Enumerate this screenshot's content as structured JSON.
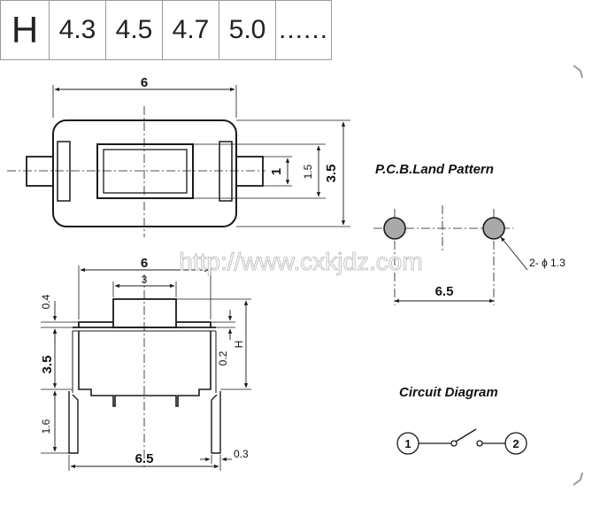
{
  "header_table": {
    "label": "H",
    "values": [
      "4.3",
      "4.5",
      "4.7",
      "5.0",
      "......"
    ]
  },
  "top_view": {
    "width_dim": "6",
    "window_dim": "1",
    "height_dim_inner": "1.5",
    "height_dim_outer": "3.5"
  },
  "pcb": {
    "title": "P.C.B.Land Pattern",
    "pad_note": "2- ϕ 1.3",
    "spacing_dim": "6.5"
  },
  "watermark": "http://www.cxkjdz.com",
  "side_view": {
    "width_dim": "6",
    "actuator_dim": "3",
    "top_dim": "0.4",
    "body_height_dim": "3.5",
    "lead_height_dim": "1.6",
    "step_dim": "0.2",
    "overall_height_label": "H",
    "lead_spacing_dim": "6.5",
    "lead_thickness_dim": "0.3"
  },
  "circuit": {
    "title": "Circuit Diagram",
    "pin1": "1",
    "pin2": "2"
  },
  "colors": {
    "line": "#1a1a1a",
    "pad_fill": "#a9a9a9",
    "watermark": "#cfcfcf",
    "table_border": "#9a9a9a"
  }
}
